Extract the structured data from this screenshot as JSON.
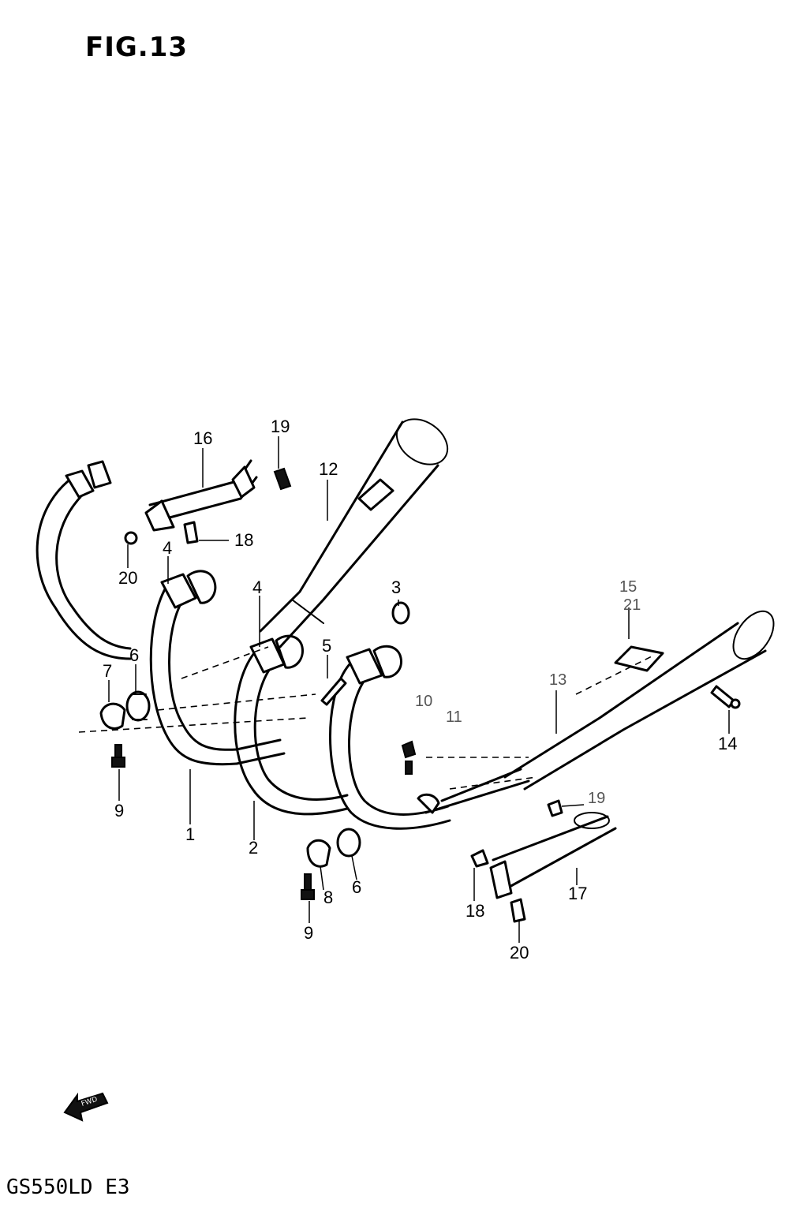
{
  "figure": {
    "title": "FIG.13"
  },
  "footer": {
    "model": "GS550LD E3"
  },
  "labels": {
    "l1": "1",
    "l2": "2",
    "l3": "3",
    "l4a": "4",
    "l4b": "4",
    "l5": "5",
    "l6a": "6",
    "l6b": "6",
    "l7": "7",
    "l8": "8",
    "l9a": "9",
    "l9b": "9",
    "l10": "10",
    "l11": "11",
    "l12": "12",
    "l13": "13",
    "l14": "14",
    "l15": "15",
    "l16": "16",
    "l17": "17",
    "l18a": "18",
    "l18b": "18",
    "l19a": "19",
    "l19b": "19",
    "l20a": "20",
    "l20b": "20",
    "l21": "21"
  },
  "icons": {
    "direction": "fwd-arrow-icon"
  }
}
